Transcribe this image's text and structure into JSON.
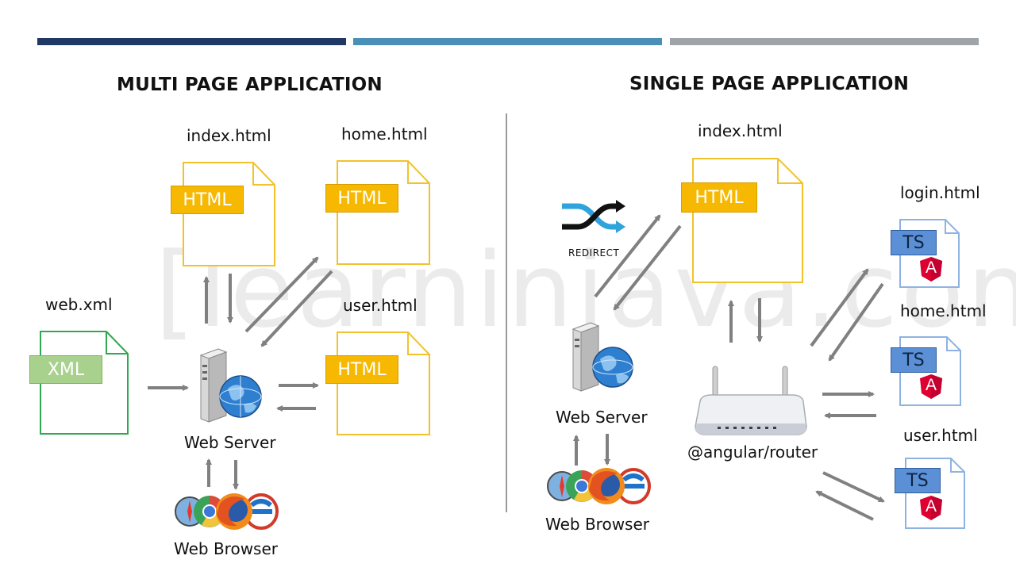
{
  "colors": {
    "bar1": "#1f3864",
    "bar2": "#4a8fb8",
    "bar3": "#9ea4a9",
    "html_tag": "#f6b800",
    "html_border": "#f2c22c",
    "xml_tag": "#a9d18e",
    "xml_border": "#2fa84f",
    "ts_tag": "#5b8fd6",
    "ts_border": "#8fb3e0",
    "arrow": "#808080"
  },
  "watermark": "[learninjava.com]",
  "mpa": {
    "title": "MULTI PAGE APPLICATION",
    "index_label": "index.html",
    "home_label": "home.html",
    "user_label": "user.html",
    "webxml_label": "web.xml",
    "html_tag": "HTML",
    "xml_tag": "XML",
    "server_label": "Web Server",
    "browser_label": "Web Browser"
  },
  "spa": {
    "title": "SINGLE PAGE APPLICATION",
    "index_label": "index.html",
    "login_label": "login.html",
    "home_label": "home.html",
    "user_label": "user.html",
    "html_tag": "HTML",
    "ts_tag": "TS",
    "angular_letter": "A",
    "redirect_label": "REDIRECT",
    "server_label": "Web Server",
    "router_label": "@angular/router",
    "browser_label": "Web Browser"
  }
}
